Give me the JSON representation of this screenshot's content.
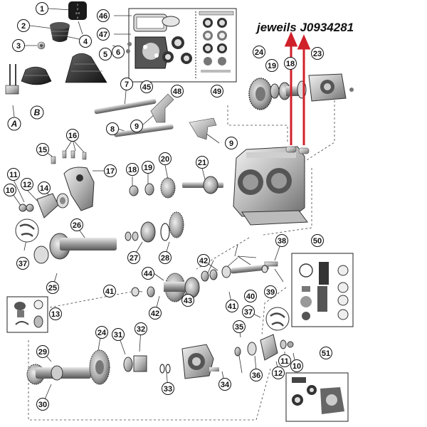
{
  "note": {
    "text": "jeweils  J0934281",
    "color": "#111111"
  },
  "arrow_color": "#d0202a",
  "shifter_knob": {
    "lines": [
      "1",
      "2",
      "3 R",
      "4"
    ]
  },
  "callouts": [
    {
      "id": "c1",
      "label": "1"
    },
    {
      "id": "c2",
      "label": "2"
    },
    {
      "id": "c3",
      "label": "3"
    },
    {
      "id": "c4",
      "label": "4"
    },
    {
      "id": "c5",
      "label": "5"
    },
    {
      "id": "c6",
      "label": "6"
    },
    {
      "id": "c7",
      "label": "7"
    },
    {
      "id": "c8",
      "label": "8"
    },
    {
      "id": "c9a",
      "label": "9"
    },
    {
      "id": "c9b",
      "label": "9"
    },
    {
      "id": "c10a",
      "label": "10"
    },
    {
      "id": "c10b",
      "label": "10"
    },
    {
      "id": "c11a",
      "label": "11"
    },
    {
      "id": "c11b",
      "label": "11"
    },
    {
      "id": "c12a",
      "label": "12"
    },
    {
      "id": "c12b",
      "label": "12"
    },
    {
      "id": "c13",
      "label": "13"
    },
    {
      "id": "c14",
      "label": "14"
    },
    {
      "id": "c15",
      "label": "15"
    },
    {
      "id": "c16",
      "label": "16"
    },
    {
      "id": "c17",
      "label": "17"
    },
    {
      "id": "c18a",
      "label": "18"
    },
    {
      "id": "c18b",
      "label": "18"
    },
    {
      "id": "c19a",
      "label": "19"
    },
    {
      "id": "c19b",
      "label": "19"
    },
    {
      "id": "c20",
      "label": "20"
    },
    {
      "id": "c21",
      "label": "21"
    },
    {
      "id": "c23",
      "label": "23"
    },
    {
      "id": "c24a",
      "label": "24"
    },
    {
      "id": "c24b",
      "label": "24"
    },
    {
      "id": "c25",
      "label": "25"
    },
    {
      "id": "c26",
      "label": "26"
    },
    {
      "id": "c27",
      "label": "27"
    },
    {
      "id": "c28",
      "label": "28"
    },
    {
      "id": "c29",
      "label": "29"
    },
    {
      "id": "c30",
      "label": "30"
    },
    {
      "id": "c31",
      "label": "31"
    },
    {
      "id": "c32",
      "label": "32"
    },
    {
      "id": "c33",
      "label": "33"
    },
    {
      "id": "c34",
      "label": "34"
    },
    {
      "id": "c35",
      "label": "35"
    },
    {
      "id": "c36",
      "label": "36"
    },
    {
      "id": "c37a",
      "label": "37"
    },
    {
      "id": "c37b",
      "label": "37"
    },
    {
      "id": "c38",
      "label": "38"
    },
    {
      "id": "c39",
      "label": "39"
    },
    {
      "id": "c40",
      "label": "40"
    },
    {
      "id": "c41a",
      "label": "41"
    },
    {
      "id": "c41b",
      "label": "41"
    },
    {
      "id": "c42a",
      "label": "42"
    },
    {
      "id": "c42b",
      "label": "42"
    },
    {
      "id": "c43",
      "label": "43"
    },
    {
      "id": "c44",
      "label": "44"
    },
    {
      "id": "c45",
      "label": "45"
    },
    {
      "id": "c46",
      "label": "46"
    },
    {
      "id": "c47",
      "label": "47"
    },
    {
      "id": "c48",
      "label": "48"
    },
    {
      "id": "c49",
      "label": "49"
    },
    {
      "id": "c50",
      "label": "50"
    },
    {
      "id": "c51",
      "label": "51"
    }
  ],
  "letter_callouts": [
    {
      "id": "lA",
      "label": "A"
    },
    {
      "id": "lB",
      "label": "B"
    }
  ]
}
